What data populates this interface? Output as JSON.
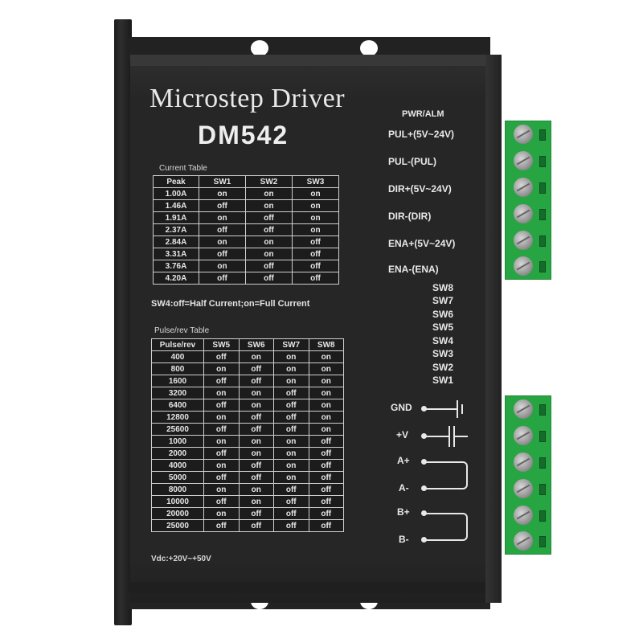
{
  "product": {
    "title": "Microstep Driver",
    "model": "DM542",
    "colors": {
      "housing": "#262626",
      "terminal": "#27a543",
      "text": "#e8e8e8"
    }
  },
  "current_table": {
    "caption": "Current Table",
    "headers": [
      "Peak",
      "SW1",
      "SW2",
      "SW3"
    ],
    "rows": [
      [
        "1.00A",
        "on",
        "on",
        "on"
      ],
      [
        "1.46A",
        "off",
        "on",
        "on"
      ],
      [
        "1.91A",
        "on",
        "off",
        "on"
      ],
      [
        "2.37A",
        "off",
        "off",
        "on"
      ],
      [
        "2.84A",
        "on",
        "on",
        "off"
      ],
      [
        "3.31A",
        "off",
        "on",
        "off"
      ],
      [
        "3.76A",
        "on",
        "off",
        "off"
      ],
      [
        "4.20A",
        "off",
        "off",
        "off"
      ]
    ],
    "note": "SW4:off=Half Current;on=Full Current"
  },
  "pulse_table": {
    "caption": "Pulse/rev Table",
    "headers": [
      "Pulse/rev",
      "SW5",
      "SW6",
      "SW7",
      "SW8"
    ],
    "rows": [
      [
        "400",
        "off",
        "on",
        "on",
        "on"
      ],
      [
        "800",
        "on",
        "off",
        "on",
        "on"
      ],
      [
        "1600",
        "off",
        "off",
        "on",
        "on"
      ],
      [
        "3200",
        "on",
        "on",
        "off",
        "on"
      ],
      [
        "6400",
        "off",
        "on",
        "off",
        "on"
      ],
      [
        "12800",
        "on",
        "off",
        "off",
        "on"
      ],
      [
        "25600",
        "off",
        "off",
        "off",
        "on"
      ],
      [
        "1000",
        "on",
        "on",
        "on",
        "off"
      ],
      [
        "2000",
        "off",
        "on",
        "on",
        "off"
      ],
      [
        "4000",
        "on",
        "off",
        "on",
        "off"
      ],
      [
        "5000",
        "off",
        "off",
        "on",
        "off"
      ],
      [
        "8000",
        "on",
        "on",
        "off",
        "off"
      ],
      [
        "10000",
        "off",
        "on",
        "off",
        "off"
      ],
      [
        "20000",
        "on",
        "off",
        "off",
        "off"
      ],
      [
        "25000",
        "off",
        "off",
        "off",
        "off"
      ]
    ],
    "voltage": "Vdc:+20V~+50V"
  },
  "signal_terminals": {
    "indicator": "PWR/ALM",
    "labels": [
      "PUL+(5V~24V)",
      "PUL-(PUL)",
      "DIR+(5V~24V)",
      "DIR-(DIR)",
      "ENA+(5V~24V)",
      "ENA-(ENA)"
    ]
  },
  "dip_switches": [
    "SW8",
    "SW7",
    "SW6",
    "SW5",
    "SW4",
    "SW3",
    "SW2",
    "SW1"
  ],
  "power_terminals": {
    "labels": [
      "GND",
      "+V",
      "A+",
      "A-",
      "B+",
      "B-"
    ]
  }
}
